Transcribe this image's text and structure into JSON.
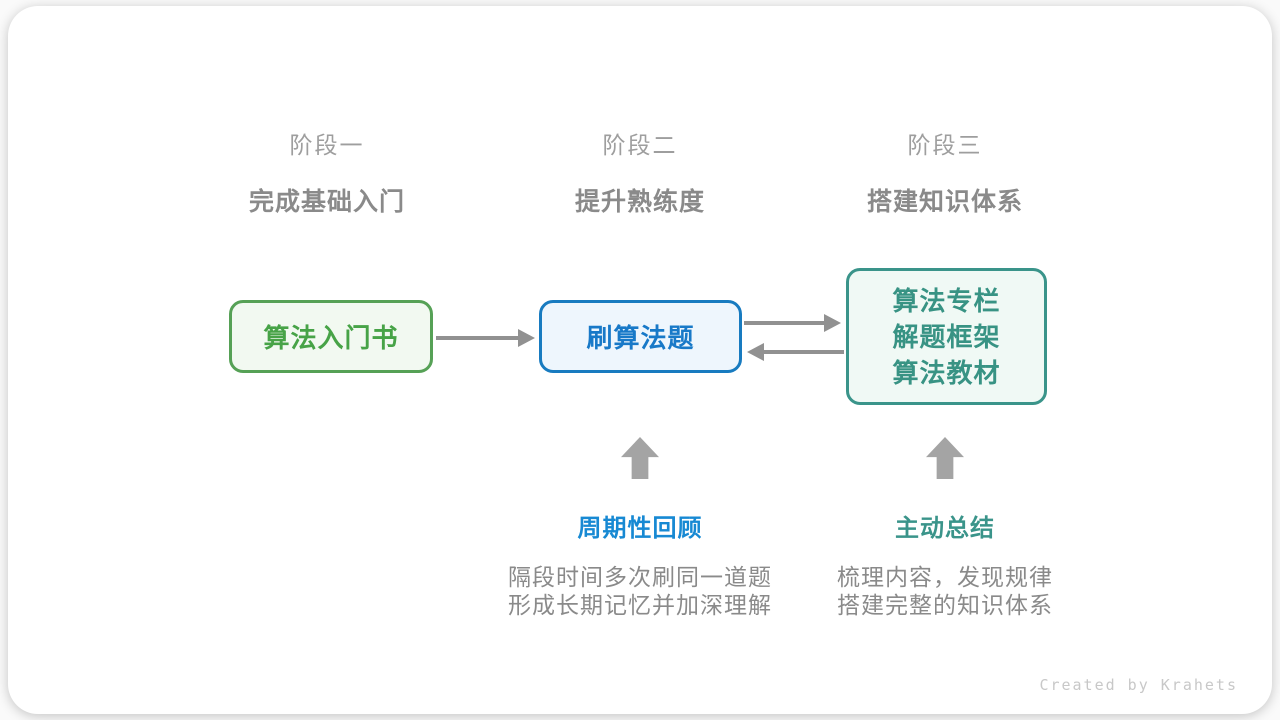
{
  "stages": [
    {
      "label": "阶段一",
      "subtitle": "完成基础入门"
    },
    {
      "label": "阶段二",
      "subtitle": "提升熟练度"
    },
    {
      "label": "阶段三",
      "subtitle": "搭建知识体系"
    }
  ],
  "flow": {
    "nodes": [
      {
        "label": "算法入门书",
        "border_color": "#56a156",
        "bg_color": "#f2f9f1",
        "text_color": "#47a347"
      },
      {
        "label": "刷算法题",
        "border_color": "#187bc0",
        "bg_color": "#eef6fd",
        "text_color": "#1879c8"
      },
      {
        "lines": [
          "算法专栏",
          "解题框架",
          "算法教材"
        ],
        "border_color": "#3a948a",
        "bg_color": "#f0f9f5",
        "text_color": "#389384"
      }
    ],
    "arrows": [
      {
        "name": "intro-book-to-practice",
        "direction": "right"
      },
      {
        "name": "practice-to-resources",
        "direction": "right"
      },
      {
        "name": "resources-to-practice",
        "direction": "left"
      },
      {
        "name": "periodic-review-up",
        "direction": "up"
      },
      {
        "name": "active-summary-up",
        "direction": "up"
      }
    ],
    "arrow_color": "#919191",
    "up_arrow_color": "#a4a4a4"
  },
  "annotations": [
    {
      "title": "周期性回顾",
      "title_color": "#1789d3",
      "lines": [
        "隔段时间多次刷同一道题",
        "形成长期记忆并加深理解"
      ]
    },
    {
      "title": "主动总结",
      "title_color": "#3a948a",
      "lines": [
        "梳理内容，发现规律",
        "搭建完整的知识体系"
      ]
    }
  ],
  "footer": {
    "credit": "Created by Krahets"
  }
}
